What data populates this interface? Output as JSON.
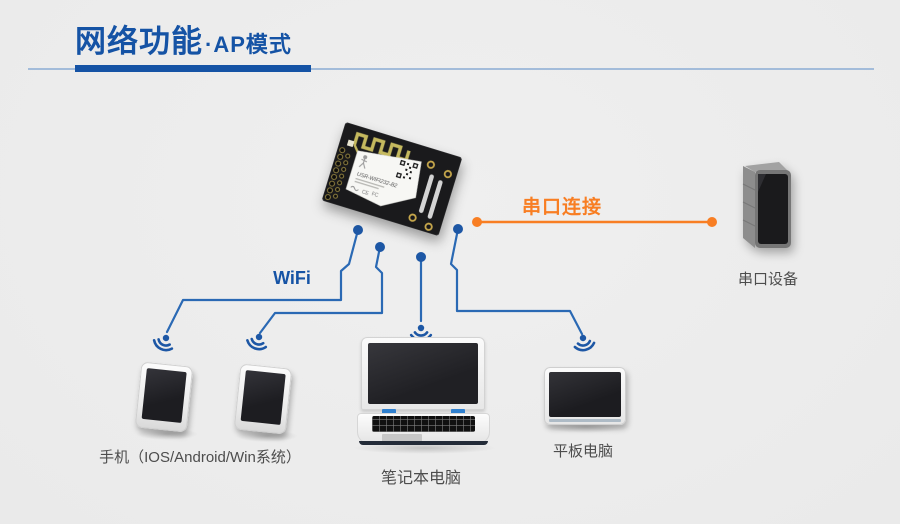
{
  "header": {
    "title_main": "网络功能",
    "title_sub": "·AP模式"
  },
  "connections": {
    "wifi_label": "WiFi",
    "serial_link_label": "串口连接"
  },
  "devices": {
    "phones_label": "手机（IOS/Android/Win系统）",
    "laptop_label": "笔记本电脑",
    "tablet_label": "平板电脑",
    "serial_device_label": "串口设备"
  },
  "module": {
    "model": "USR-WIFI232-B2",
    "cert_ce": "CE",
    "cert_fc": "FC"
  },
  "colors": {
    "title_blue": "#1553A5",
    "line_blue": "#2A69B4",
    "accent_orange": "#F87E23",
    "background": "#ECECEC",
    "caption_gray": "#4D4D4D"
  }
}
